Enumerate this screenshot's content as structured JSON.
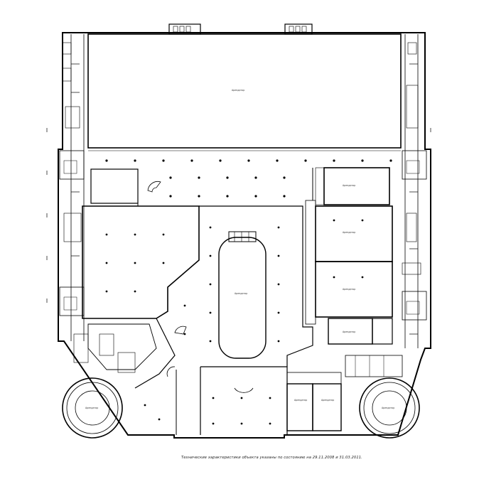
{
  "drawing": {
    "caption": "Технические характеристики объекта указаны по состоянию на 29.11.2008 и 31.03.2011.",
    "room_tag": "Арендатор",
    "top_room_label": "Арендатор",
    "central_label": "Арендатор",
    "left_circle_label": "Арендатор",
    "right_circle_label": "Арендатор"
  }
}
